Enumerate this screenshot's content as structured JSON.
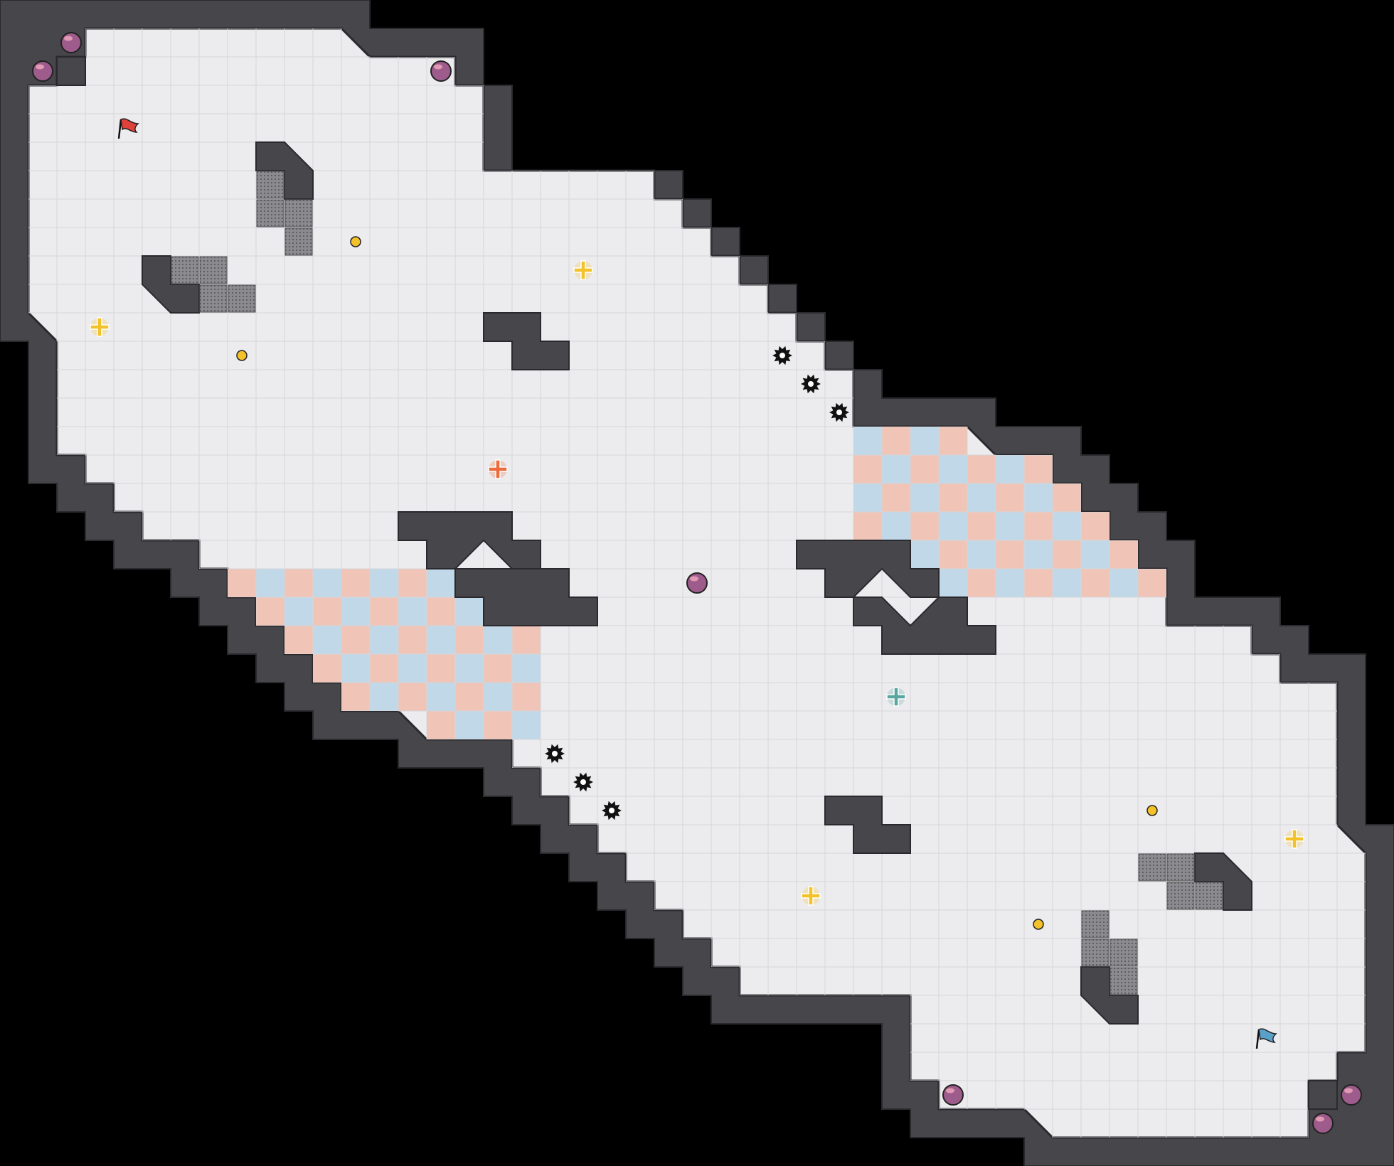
{
  "map": {
    "kind": "top-down capture-the-flag map",
    "grid_cols": 49,
    "grid_rows": 41,
    "colors": {
      "background": "#000000",
      "wall": "#46464b",
      "floor": "#ececee",
      "grid_line": "#d6d6da",
      "red_tile": "#f0c4b6",
      "blue_tile": "#c0d8e8",
      "red_flag": "#e0413a",
      "blue_flag": "#5aa0c8",
      "boost": "#f3c12a",
      "red_boost": "#ec6a3b",
      "blue_boost": "#5aa7a0",
      "powerup": "#9e5c8c",
      "bomb": "#f3c12a",
      "spike": "#111111"
    }
  },
  "entities": {
    "flags": [
      {
        "team": "red",
        "icon": "red-flag-icon",
        "col": 4,
        "row": 4
      },
      {
        "team": "blue",
        "icon": "blue-flag-icon",
        "col": 44,
        "row": 36
      }
    ],
    "boosts": [
      {
        "team": "neutral",
        "col": 3,
        "row": 11
      },
      {
        "team": "neutral",
        "col": 20,
        "row": 9
      },
      {
        "team": "neutral",
        "col": 28,
        "row": 31
      },
      {
        "team": "neutral",
        "col": 45,
        "row": 29
      },
      {
        "team": "red",
        "col": 17,
        "row": 16
      },
      {
        "team": "blue",
        "col": 31,
        "row": 24
      }
    ],
    "powerups": [
      {
        "col": 2,
        "row": 1
      },
      {
        "col": 1,
        "row": 2
      },
      {
        "col": 15,
        "row": 2
      },
      {
        "col": 24,
        "row": 20
      },
      {
        "col": 33,
        "row": 38
      },
      {
        "col": 47,
        "row": 38
      },
      {
        "col": 46,
        "row": 39
      }
    ],
    "bombs": [
      {
        "col": 12,
        "row": 8
      },
      {
        "col": 8,
        "row": 12
      },
      {
        "col": 40,
        "row": 28
      },
      {
        "col": 36,
        "row": 32
      }
    ],
    "spikes": [
      {
        "col": 27,
        "row": 12
      },
      {
        "col": 28,
        "row": 13
      },
      {
        "col": 29,
        "row": 14
      },
      {
        "col": 19,
        "row": 26
      },
      {
        "col": 20,
        "row": 27
      },
      {
        "col": 21,
        "row": 28
      }
    ]
  }
}
